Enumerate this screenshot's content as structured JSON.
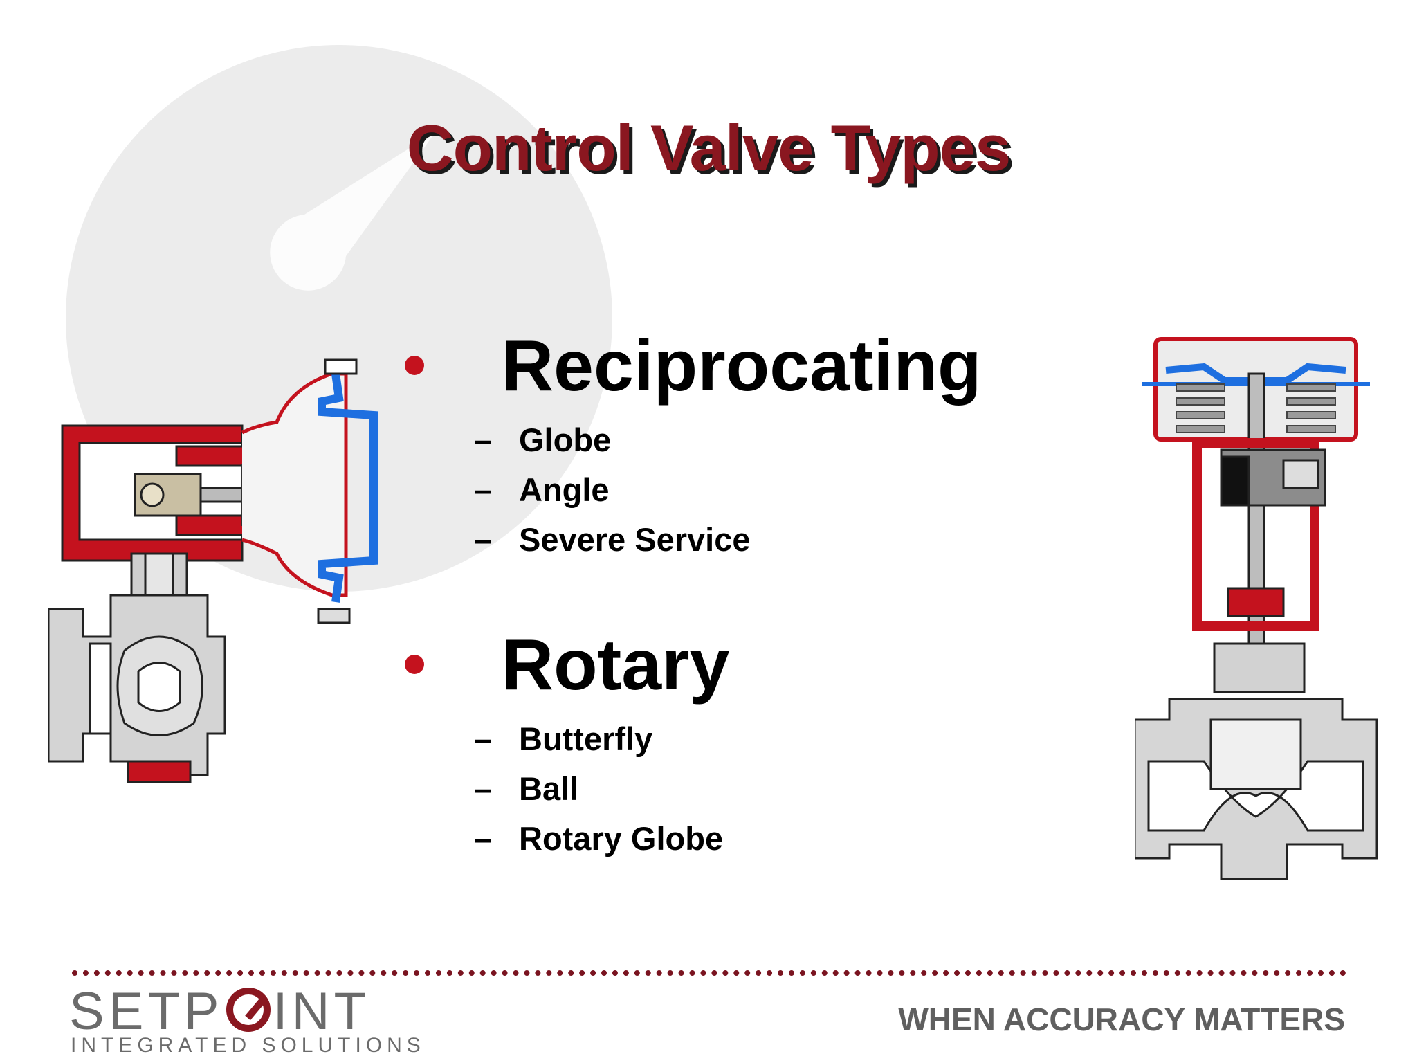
{
  "title": "Control Valve Types",
  "items": [
    {
      "label": "Reciprocating",
      "sub": [
        "Globe",
        "Angle",
        "Severe Service"
      ]
    },
    {
      "label": "Rotary",
      "sub": [
        "Butterfly",
        "Ball",
        "Rotary Globe"
      ]
    }
  ],
  "sub_marker": "–",
  "footer": {
    "logo_left": "SETP",
    "logo_right": "INT",
    "logo_subtitle": "INTEGRATED SOLUTIONS",
    "tagline": "WHEN ACCURACY MATTERS"
  },
  "colors": {
    "brand_red": "#8a1720",
    "bullet_red": "#c4121e",
    "diagram_blue": "#1e6fe0",
    "footer_gray": "#6b6b6b"
  }
}
